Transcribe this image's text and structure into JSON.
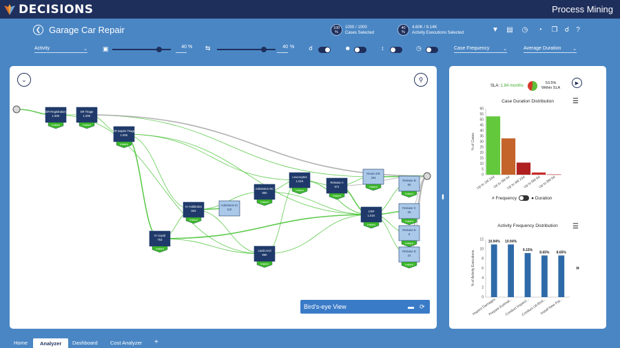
{
  "brand": {
    "logo_text": "DECISIONS",
    "app_title": "Process Mining"
  },
  "header": {
    "title": "Garage Car Repair",
    "cases": {
      "icon_top": "100",
      "icon_bottom": "%",
      "value": "1000 / 1000",
      "label": "Cases Selected"
    },
    "executions": {
      "icon_top": "40",
      "icon_bottom": "%",
      "value": "4.60K / 9.14K",
      "label": "Activity Executions Selected"
    }
  },
  "controls": {
    "activity_select": "Activity",
    "activity_slider_value": "40",
    "activity_slider_unit": "%",
    "activity_slider_fraction": 0.4,
    "path_slider_value": "40",
    "path_slider_unit": "%",
    "path_slider_fraction": 0.4,
    "case_frequency_select": "Case Frequency",
    "average_duration_select": "Average Duration"
  },
  "graph": {
    "birds_eye_label": "Bird's-eye View",
    "nodes": [
      {
        "id": "er-registration",
        "label": "ER Registration",
        "count": "1.00K",
        "tag": "Instant",
        "dark": true
      },
      {
        "id": "er-triage",
        "label": "ER Triage",
        "count": "1.00K",
        "tag": "Instant",
        "dark": true
      },
      {
        "id": "er-sepsis-triage",
        "label": "ER Sepsis Triage",
        "count": "1.00K",
        "tag": "Instant",
        "dark": true
      },
      {
        "id": "leucocytes",
        "label": "Leucocytes",
        "count": "1.01K",
        "tag": "Instant",
        "dark": true
      },
      {
        "id": "release-a",
        "label": "Release A",
        "count": "671",
        "tag": "Instant",
        "dark": true
      },
      {
        "id": "return-er",
        "label": "Return ER",
        "count": "294",
        "tag": "Instant",
        "dark": false
      },
      {
        "id": "admission-nc",
        "label": "Admission NC",
        "count": "800",
        "tag": "Instant",
        "dark": true
      },
      {
        "id": "iv-antibiotics",
        "label": "IV Antibiotics",
        "count": "823",
        "tag": "Instant",
        "dark": true
      },
      {
        "id": "admission-ic",
        "label": "Admission IC",
        "count": "110",
        "tag": "",
        "dark": false
      },
      {
        "id": "iv-liquid",
        "label": "IV Liquid",
        "count": "753",
        "tag": "Instant",
        "dark": true
      },
      {
        "id": "crp",
        "label": "CRP",
        "count": "1.01K",
        "tag": "Instant",
        "dark": true
      },
      {
        "id": "lactic-acid",
        "label": "LacticAcid",
        "count": "860",
        "tag": "Instant",
        "dark": true
      },
      {
        "id": "release-b",
        "label": "Release B",
        "count": "56",
        "tag": "Instant",
        "dark": false
      },
      {
        "id": "release-c",
        "label": "Release C",
        "count": "25",
        "tag": "Instant",
        "dark": false
      },
      {
        "id": "release-e",
        "label": "Release E",
        "count": "6",
        "tag": "Instant",
        "dark": false
      },
      {
        "id": "release-d",
        "label": "Release D",
        "count": "24",
        "tag": "Instant",
        "dark": false
      }
    ]
  },
  "sla": {
    "label": "SLA:",
    "value": "1.84 months",
    "percent": "53.5%",
    "within": "Within SLA",
    "within_fraction": 0.535
  },
  "chart_data": [
    {
      "type": "bar",
      "title": "Case Duration Distribution",
      "ylabel": "% of Cases",
      "categories": [
        "Up to 1M 23d",
        "Up to 3M 9d",
        "Up to 4M 23d",
        "Up to 6M 9d",
        "Up to 8M 9d"
      ],
      "values": [
        53,
        33,
        11,
        2,
        0.3
      ],
      "colors": [
        "#63c83c",
        "#c4632a",
        "#b02020",
        "#c82a2a",
        "#cc3333"
      ],
      "ylim": [
        0,
        60
      ],
      "yticks": [
        "0",
        "5",
        "10",
        "15",
        "20",
        "25",
        "30",
        "35",
        "40",
        "45",
        "50",
        "55",
        "60"
      ]
    },
    {
      "type": "bar",
      "title": "Activity Frequency Distribution",
      "ylabel": "% of Activity Executions",
      "categories": [
        "Inspect Damages",
        "Prepare Estimat...",
        "Conduct Inspect...",
        "Conduct Uti-Bod...",
        "Install New Par..."
      ],
      "values": [
        10.94,
        10.94,
        9.15,
        8.65,
        8.65
      ],
      "labels": [
        "10.94%",
        "10.94%",
        "9.15%",
        "8.65%",
        "8.65%"
      ],
      "color": "#2e6aa8",
      "ylim": [
        0,
        12
      ],
      "yticks": [
        "0",
        "2",
        "4",
        "6",
        "8",
        "10",
        "12"
      ]
    }
  ],
  "legend_toggle": {
    "left": "Frequency",
    "right": "Duration"
  },
  "tabs": [
    "Home",
    "Analyzer",
    "Dashboard",
    "Cost Analyzer",
    "+"
  ]
}
